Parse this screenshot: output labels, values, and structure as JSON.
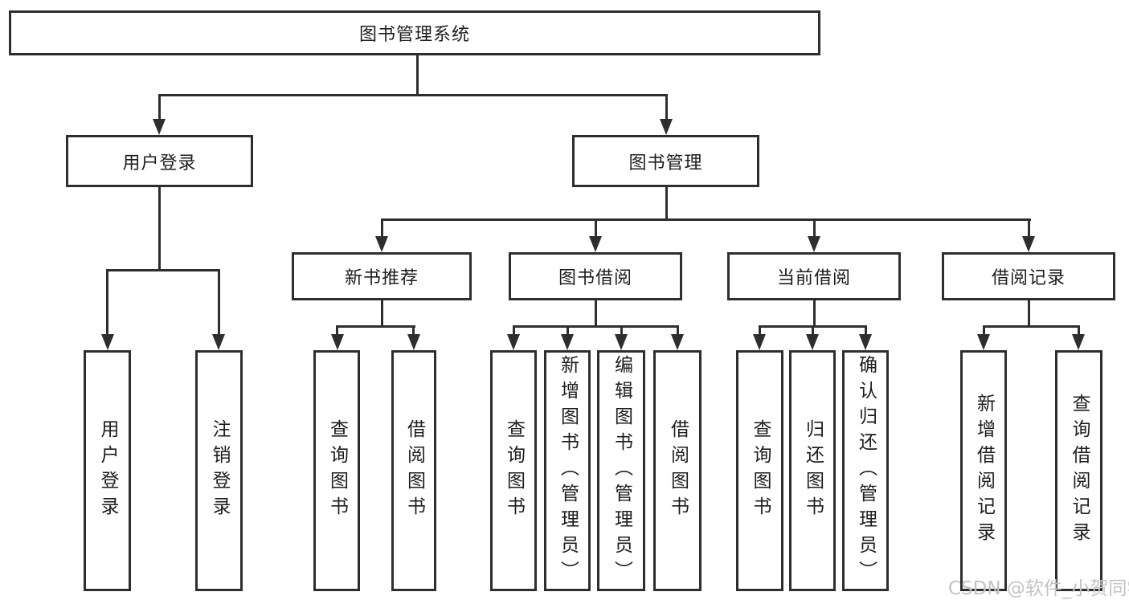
{
  "diagram": {
    "root": {
      "label": "图书管理系统"
    },
    "level1": {
      "user_login": {
        "label": "用户登录"
      },
      "book_management": {
        "label": "图书管理"
      }
    },
    "level2": {
      "new_book_recommend": {
        "label": "新书推荐"
      },
      "book_borrowing": {
        "label": "图书借阅"
      },
      "current_borrowing": {
        "label": "当前借阅"
      },
      "borrowing_records": {
        "label": "借阅记录"
      }
    },
    "leaves": {
      "user_login": [
        "用户登录",
        "注销登录"
      ],
      "new_book_recommend": [
        "查询图书",
        "借阅图书"
      ],
      "book_borrowing": [
        "查询图书",
        "新增图书（管理员）",
        "编辑图书（管理员）",
        "借阅图书"
      ],
      "current_borrowing": [
        "查询图书",
        "归还图书",
        "确认归还（管理员）"
      ],
      "borrowing_records": [
        "新增借阅记录",
        "查询借阅记录"
      ]
    },
    "watermark": "CSDN @软件_小贺同学",
    "colors": {
      "line": "#2e2e2e",
      "text": "#1d1d1d",
      "watermark": "#c4c4c4",
      "background": "#ffffff"
    }
  }
}
